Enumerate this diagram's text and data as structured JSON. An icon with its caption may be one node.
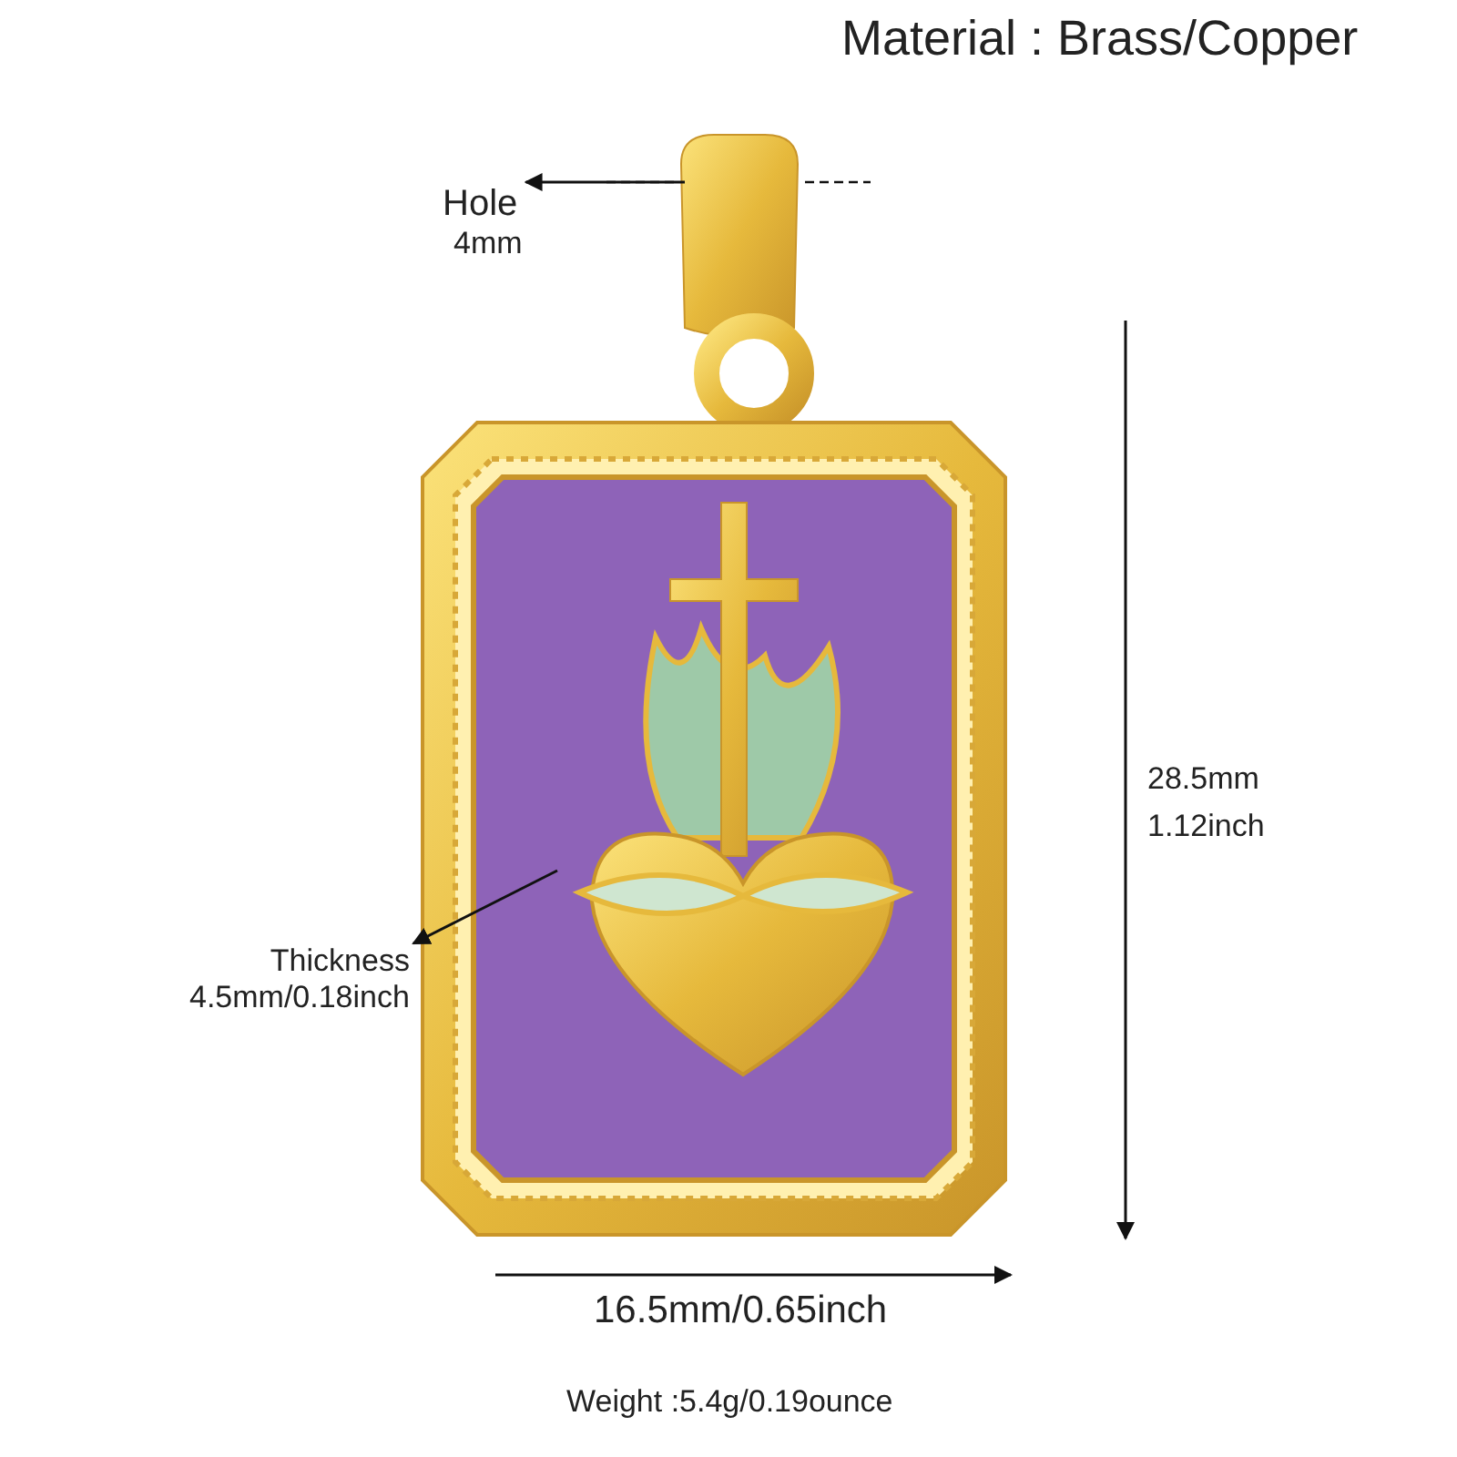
{
  "diagram": {
    "title": "Material : Brass/Copper",
    "nodes": [
      {
        "text": [
          "Hole",
          "4mm"
        ]
      },
      {
        "text": [
          "Thickness",
          "4.5mm/0.18inch"
        ]
      },
      {
        "text": [],
        "shape": "picture"
      }
    ],
    "edges": [
      {
        "from": 2,
        "to": 0,
        "arrow": "to"
      },
      {
        "from": 2,
        "to": 1,
        "arrow": "to"
      }
    ],
    "labels": [
      "28.5mm",
      "1.12inch",
      "16.5mm/0.65inch",
      "Weight :5.4g/0.19ounce"
    ]
  }
}
